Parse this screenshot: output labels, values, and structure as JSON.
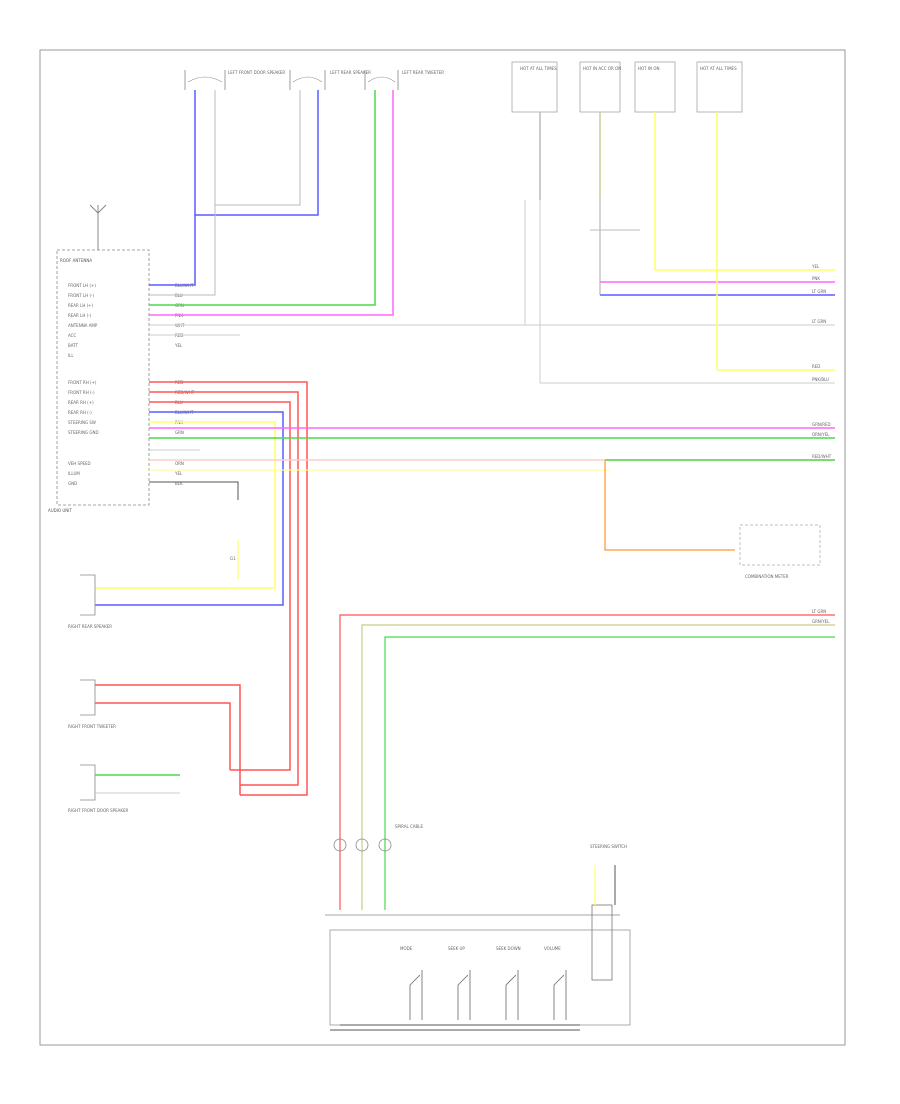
{
  "diagram": {
    "page_number": "",
    "top_connectors": [
      {
        "name": "LEFT FRONT DOOR SPEAKER"
      },
      {
        "name": "LEFT REAR SPEAKER"
      },
      {
        "name": "LEFT REAR TWEETER"
      }
    ],
    "fuse_blocks": [
      {
        "name": "HOT AT ALL TIMES"
      },
      {
        "name": "HOT IN ACC OR ON"
      },
      {
        "name": "HOT IN ON"
      },
      {
        "name": "HOT AT ALL TIMES"
      }
    ],
    "antenna_label": "ROOF ANTENNA",
    "unit_label": "AUDIO UNIT",
    "audio_pins_top": [
      "FRONT LH (+)",
      "FRONT LH (-)",
      "REAR LH (+)",
      "REAR LH (-)",
      "ANTENNA AMP",
      "ACC",
      "BATT",
      "ILL"
    ],
    "audio_pins_mid": [
      "FRONT RH (+)",
      "FRONT RH (-)",
      "REAR RH (+)",
      "REAR RH (-)",
      "STEERING SW",
      "STEERING GND"
    ],
    "audio_pins_bot": [
      "VEH SPEED",
      "ILLUM",
      "GND"
    ],
    "wire_labels_top": [
      "BLU/WHT",
      "BLU",
      "GRN",
      "PNK",
      "WHT",
      "RED",
      "YEL"
    ],
    "wire_labels_mid": [
      "RED",
      "RED/WHT",
      "BLU",
      "BLU/WHT",
      "PNK",
      "GRN"
    ],
    "wire_labels_bot": [
      "ORN",
      "YEL",
      "BLK"
    ],
    "ground_label": "G1",
    "right_speakers": [
      {
        "name": "RIGHT REAR SPEAKER"
      },
      {
        "name": "RIGHT FRONT TWEETER"
      },
      {
        "name": "RIGHT FRONT DOOR SPEAKER"
      }
    ],
    "combination_meter": "COMBINATION METER",
    "steering_switch": "STEERING SWITCH",
    "switches": [
      "MODE",
      "SEEK UP",
      "SEEK DOWN",
      "VOLUME"
    ],
    "spiral_cable": "SPIRAL CABLE",
    "right_edge_labels": [
      "YEL",
      "PNK",
      "LT GRN",
      "LT GRN",
      "RED",
      "PNK/BLU",
      "GRN/RED",
      "ORN/YEL",
      "RED/WHT",
      "LT GRN",
      "GRN/YEL"
    ],
    "colors": {
      "blue": "#5a5cff",
      "green": "#4cd94c",
      "pink": "#ff66ff",
      "red": "#ff5555",
      "yellow": "#ffff66",
      "orange": "#ffaa55",
      "gray": "#999999",
      "black": "#333333"
    }
  }
}
